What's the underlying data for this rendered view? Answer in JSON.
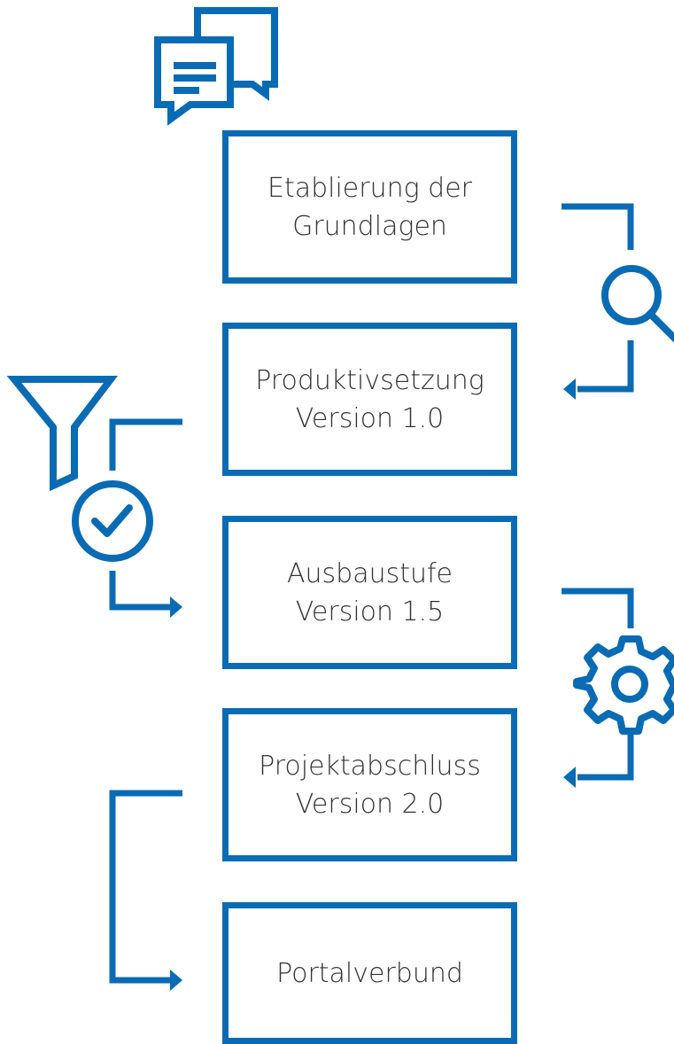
{
  "colors": {
    "accent": "#0a6bb5",
    "text": "#333333",
    "background": "#ffffff"
  },
  "steps": [
    {
      "line1": "Etablierung der",
      "line2": "Grundlagen"
    },
    {
      "line1": "Produktivsetzung",
      "line2": "Version 1.0"
    },
    {
      "line1": "Ausbaustufe",
      "line2": "Version 1.5"
    },
    {
      "line1": "Projektabschluss",
      "line2": "Version 2.0"
    },
    {
      "line1": "Portalverbund",
      "line2": ""
    }
  ],
  "icons": [
    "chat-bubbles-icon",
    "magnifier-icon",
    "filter-icon",
    "check-circle-icon",
    "gear-icon"
  ]
}
